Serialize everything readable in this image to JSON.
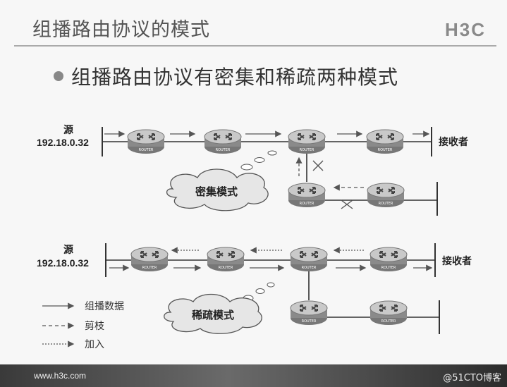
{
  "title": "组播路由协议的模式",
  "logo": "H3C",
  "bullet": "组播路由协议有密集和稀疏两种模式",
  "dense": {
    "source_label": "源",
    "source_ip": "192.18.0.32",
    "receiver": "接收者",
    "cloud": "密集模式"
  },
  "sparse": {
    "source_label": "源",
    "source_ip": "192.18.0.32",
    "receiver": "接收者",
    "cloud": "稀疏模式"
  },
  "router_label": "ROUTER",
  "legend": {
    "multicast": "组播数据",
    "prune": "剪枝",
    "join": "加入"
  },
  "footer": {
    "url": "www.h3c.com",
    "watermark": "@51CTO博客"
  }
}
